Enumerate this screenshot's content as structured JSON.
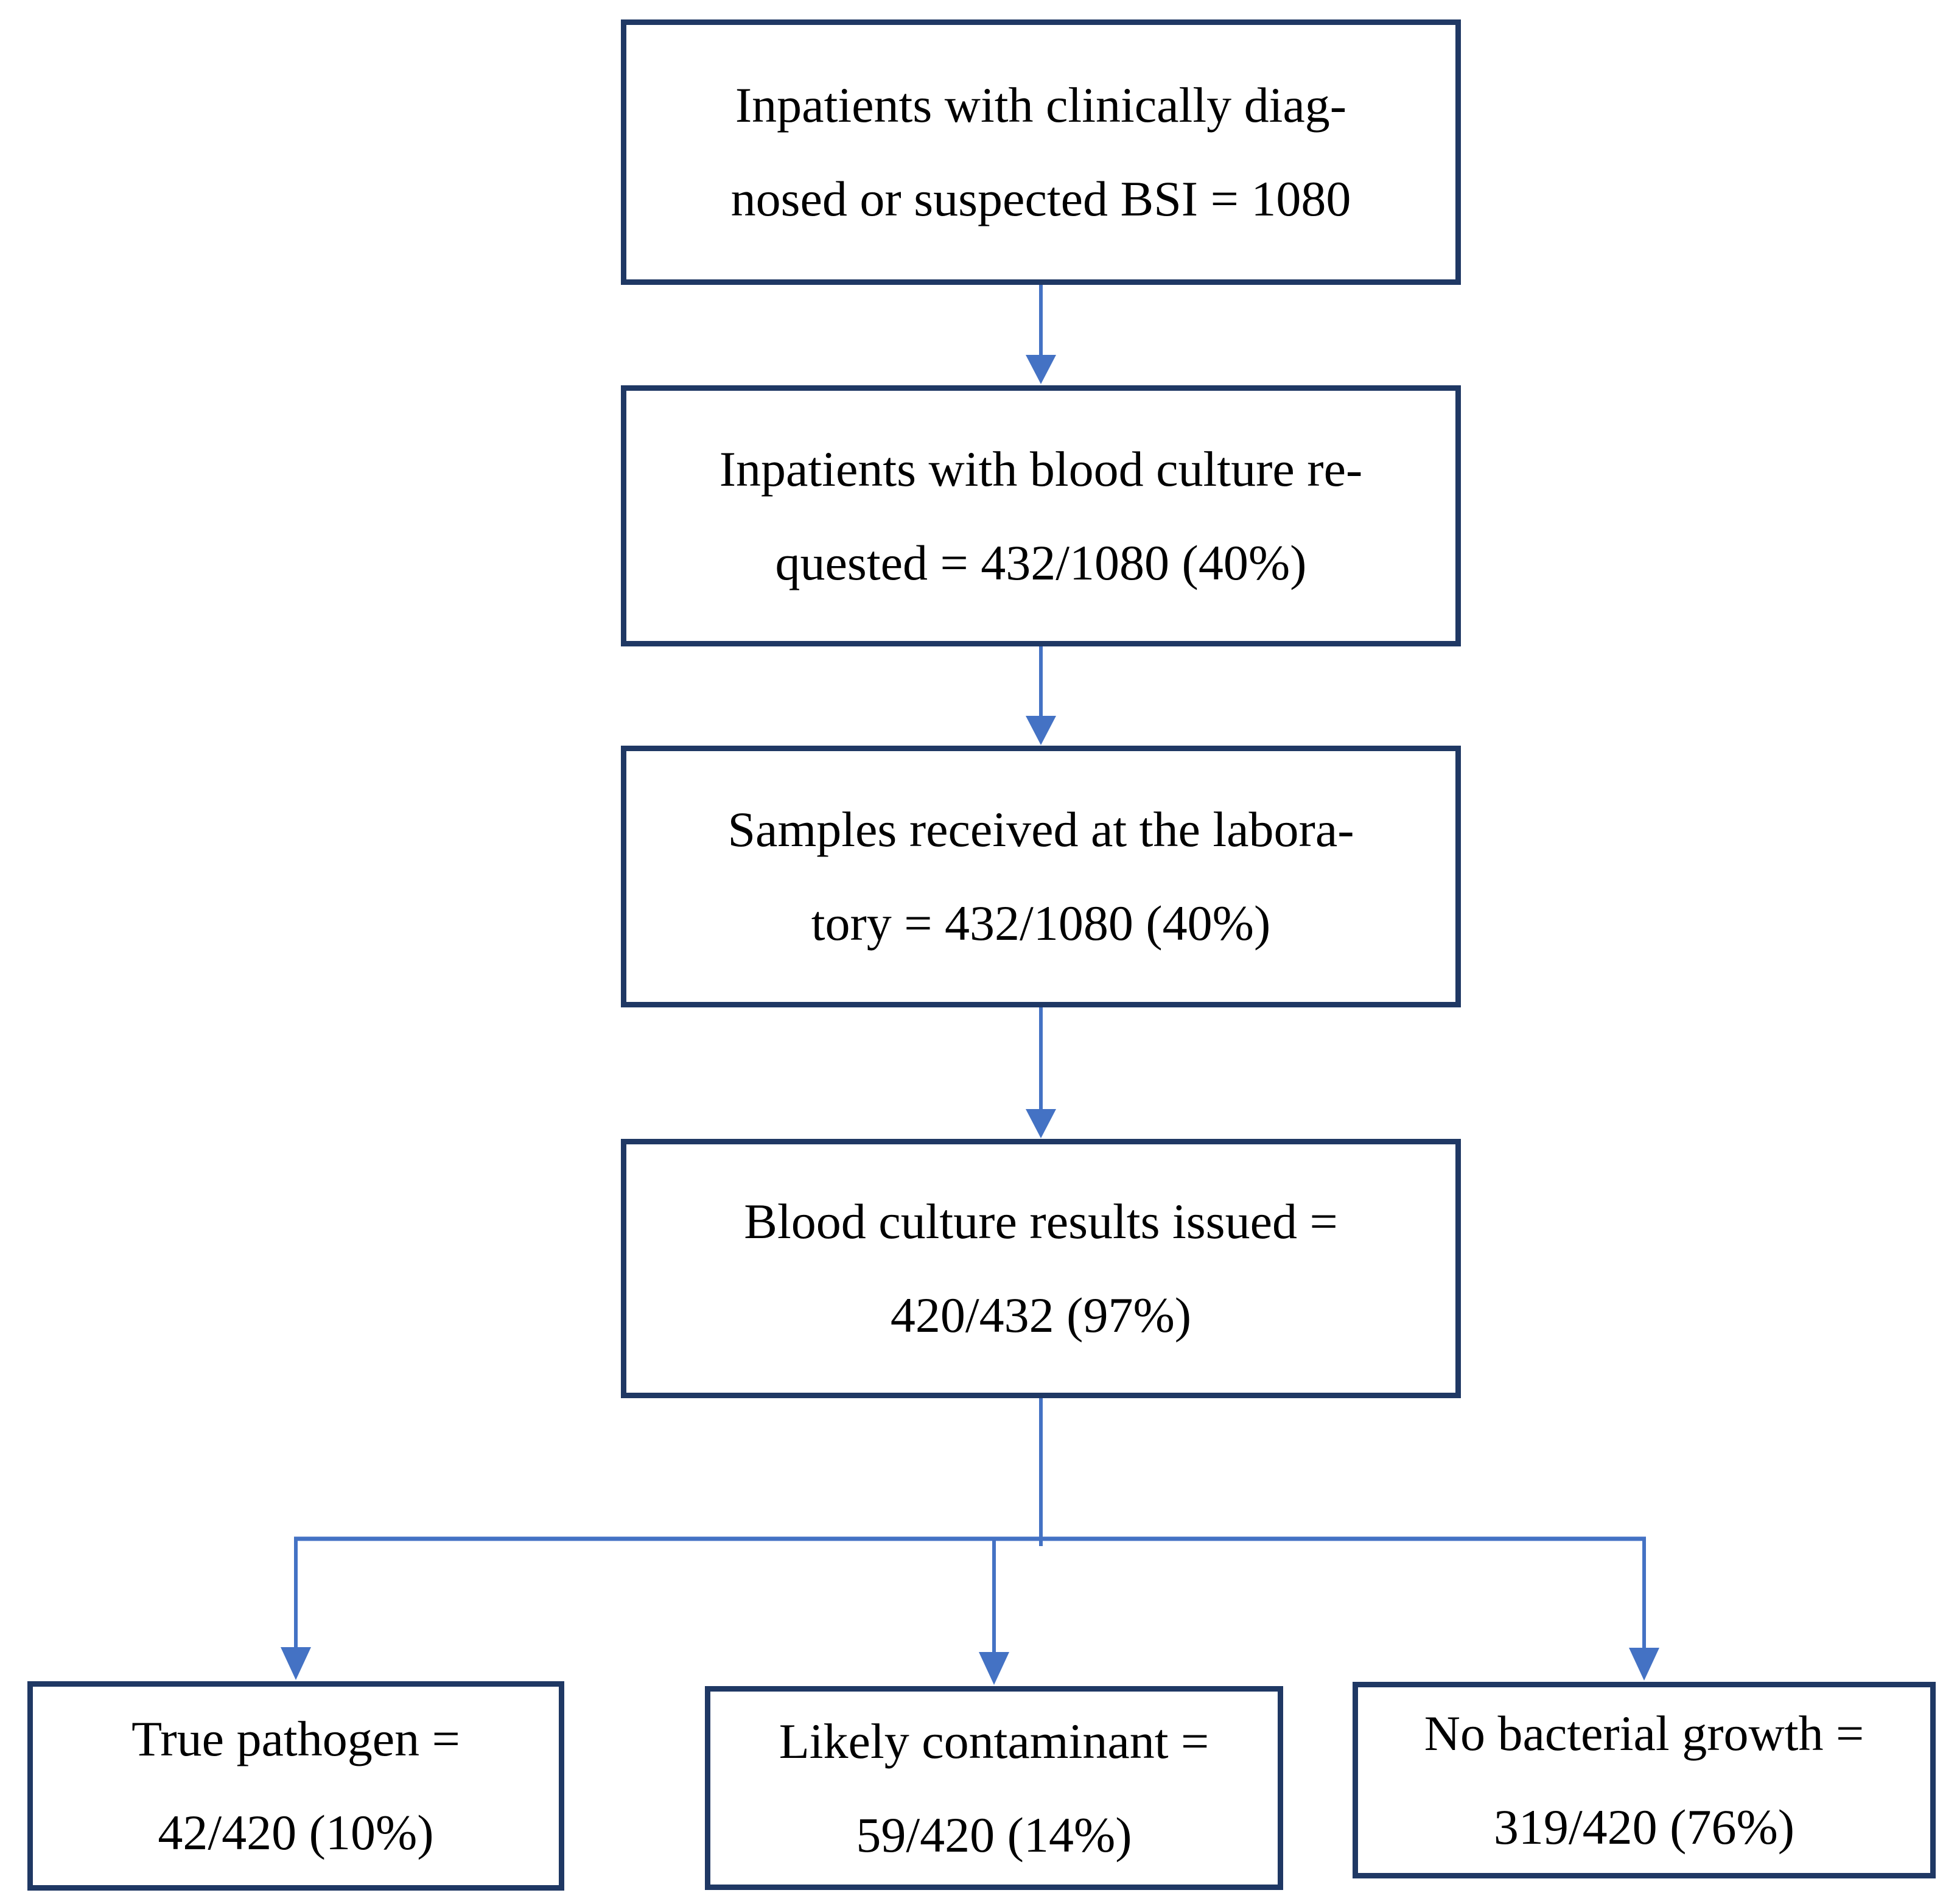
{
  "figure": {
    "type": "flowchart",
    "description": "Blood culture cascade for inpatients with suspected BSI"
  },
  "colors": {
    "box_border": "#1f3864",
    "connector": "#4472c4",
    "text": "#000000",
    "background": "#ffffff"
  },
  "nodes": [
    {
      "id": "bsi-suspected",
      "lines": [
        "Inpatients with clinically diag-",
        "nosed or suspected BSI = 1080"
      ]
    },
    {
      "id": "blood-culture-requested",
      "lines": [
        "Inpatients with blood culture re-",
        "quested = 432/1080 (40%)"
      ]
    },
    {
      "id": "samples-received",
      "lines": [
        "Samples received at the labora-",
        "tory = 432/1080 (40%)"
      ]
    },
    {
      "id": "results-issued",
      "lines": [
        "Blood culture results issued =",
        "420/432 (97%)"
      ]
    },
    {
      "id": "true-pathogen",
      "lines": [
        "True pathogen =",
        "42/420 (10%)"
      ]
    },
    {
      "id": "likely-contaminant",
      "lines": [
        "Likely contaminant =",
        "59/420 (14%)"
      ]
    },
    {
      "id": "no-bacterial-growth",
      "lines": [
        "No bacterial growth =",
        "319/420 (76%)"
      ]
    }
  ],
  "edges": [
    {
      "from": "bsi-suspected",
      "to": "blood-culture-requested"
    },
    {
      "from": "blood-culture-requested",
      "to": "samples-received"
    },
    {
      "from": "samples-received",
      "to": "results-issued"
    },
    {
      "from": "results-issued",
      "to": "true-pathogen"
    },
    {
      "from": "results-issued",
      "to": "likely-contaminant"
    },
    {
      "from": "results-issued",
      "to": "no-bacterial-growth"
    }
  ]
}
